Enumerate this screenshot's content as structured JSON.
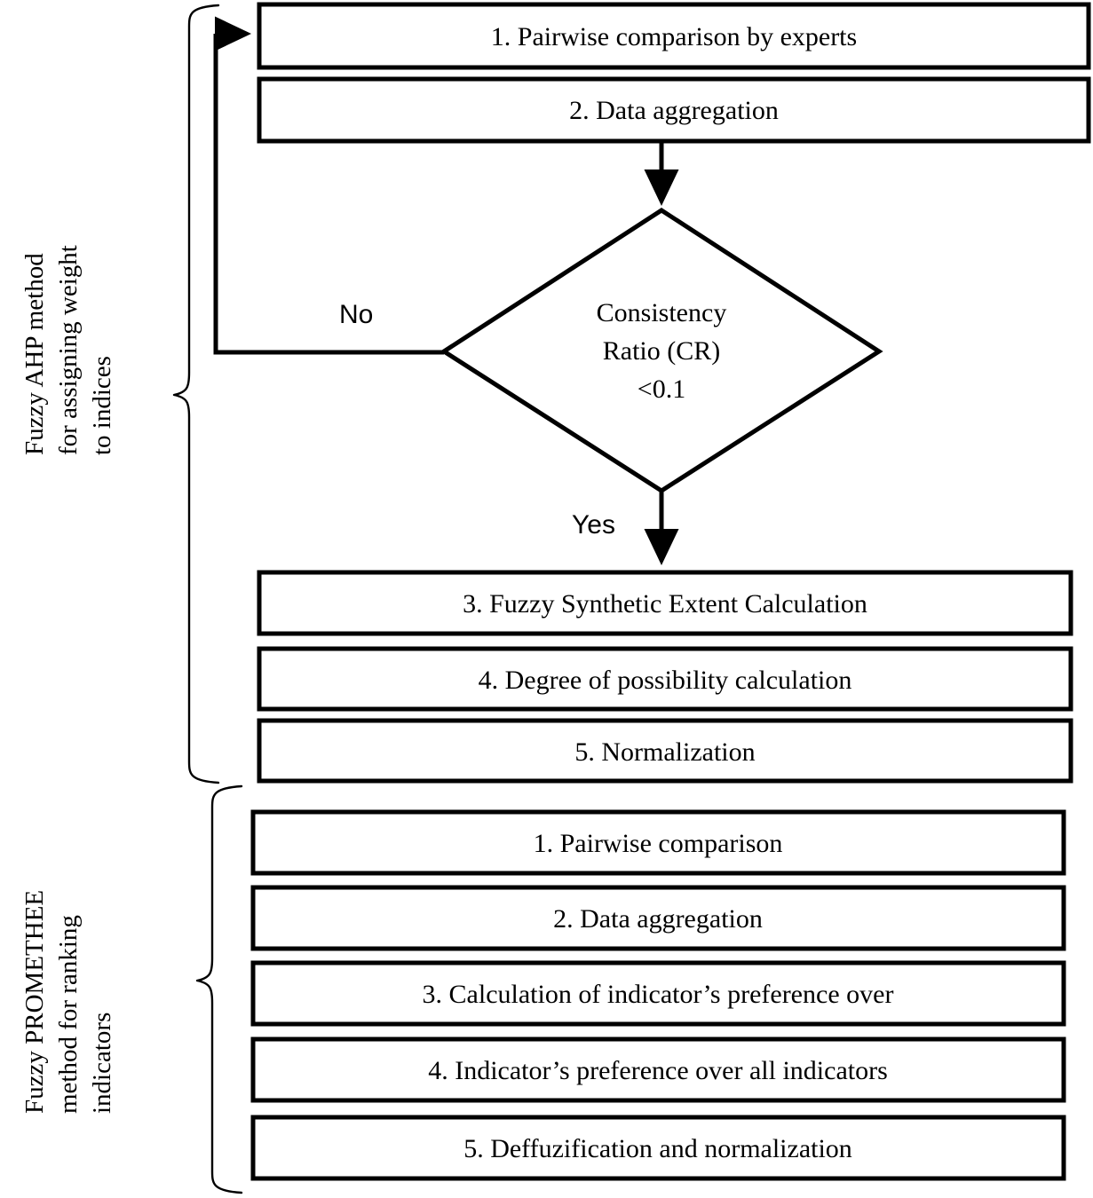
{
  "diagram": {
    "title": "Fuzzy AHP and Fuzzy PROMETHEE methodology flowchart",
    "type": "flowchart",
    "colors": {
      "stroke": "#000000",
      "fill": "#ffffff",
      "text": "#000000"
    }
  },
  "groups": [
    {
      "id": "ahp",
      "label_lines": [
        "Fuzzy AHP method",
        "for assigning weight",
        "to indices"
      ]
    },
    {
      "id": "promethee",
      "label_lines": [
        "Fuzzy PROMETHEE",
        "method for ranking",
        "indicators"
      ]
    }
  ],
  "ahp": {
    "steps_top": [
      {
        "id": "ahp-step-1",
        "label": "1. Pairwise comparison by experts"
      },
      {
        "id": "ahp-step-2",
        "label": "2. Data aggregation"
      }
    ],
    "decision": {
      "id": "consistency-ratio-decision",
      "lines": [
        "Consistency",
        "Ratio (CR)",
        "<0.1"
      ]
    },
    "branch_no_label": "No",
    "branch_yes_label": "Yes",
    "steps_bottom": [
      {
        "id": "ahp-step-3",
        "label": "3. Fuzzy Synthetic Extent Calculation"
      },
      {
        "id": "ahp-step-4",
        "label": "4. Degree of possibility calculation"
      },
      {
        "id": "ahp-step-5",
        "label": "5. Normalization"
      }
    ]
  },
  "promethee": {
    "steps": [
      {
        "id": "promethee-step-1",
        "label": "1. Pairwise comparison"
      },
      {
        "id": "promethee-step-2",
        "label": "2. Data aggregation"
      },
      {
        "id": "promethee-step-3",
        "label": "3. Calculation of indicator’s preference over"
      },
      {
        "id": "promethee-step-4",
        "label": "4. Indicator’s preference over all indicators"
      },
      {
        "id": "promethee-step-5",
        "label": "5. Deffuzification and normalization"
      }
    ]
  }
}
